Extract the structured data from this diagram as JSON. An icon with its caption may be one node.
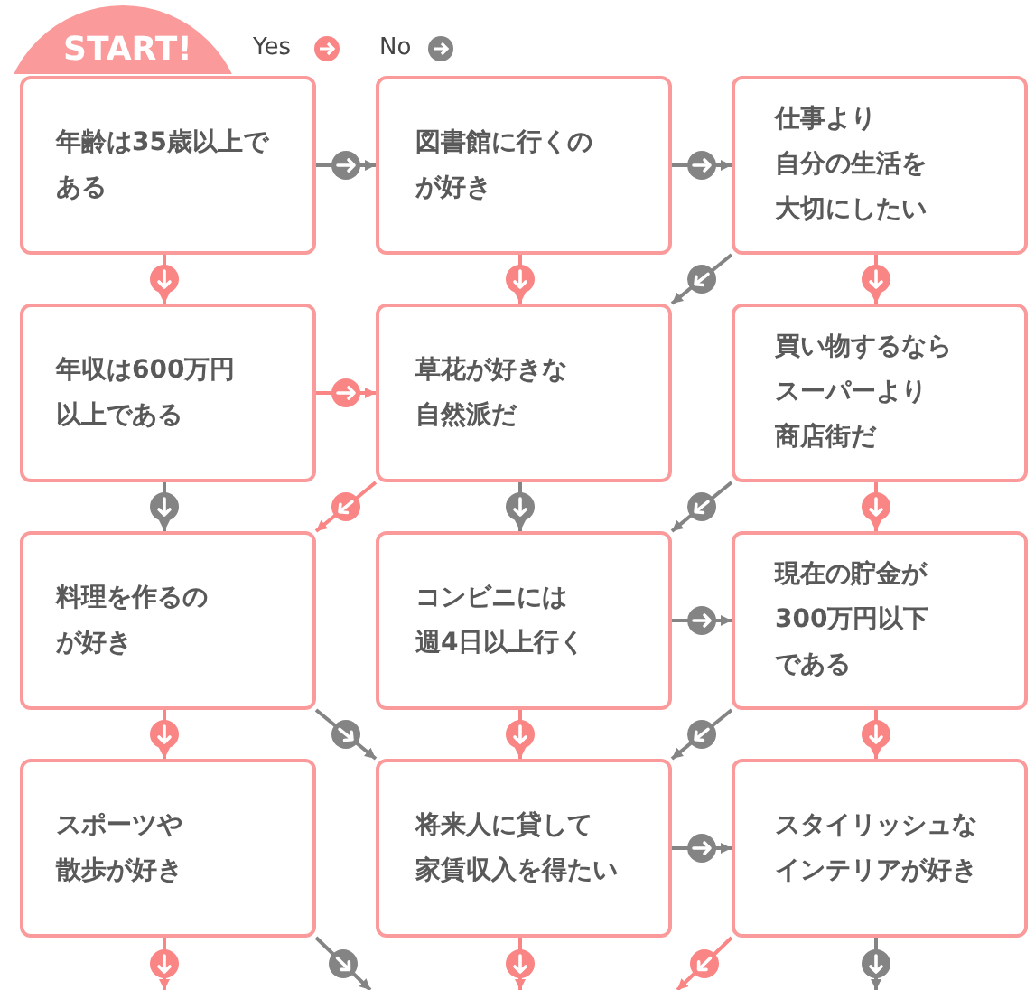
{
  "diagram": {
    "nodes": [
      {
        "text": [
          "START!"
        ]
      },
      {
        "text": [
          "年齢は35歳以上である"
        ]
      },
      {
        "text": [
          "図書館に行くのが好き"
        ]
      },
      {
        "text": [
          "仕事より自分の生活を大切にしたい"
        ]
      },
      {
        "text": [
          "年収は600万円以上である"
        ]
      },
      {
        "text": [
          "草花が好きな自然派だ"
        ]
      },
      {
        "text": [
          "買い物するならスーパーより商店街だ"
        ]
      },
      {
        "text": [
          "料理を作るのが好き"
        ]
      },
      {
        "text": [
          "コンビニには週4日以上行く"
        ]
      },
      {
        "text": [
          "現在の貯金が300万円以下である"
        ]
      },
      {
        "text": [
          "スポーツや散歩が好き"
        ]
      },
      {
        "text": [
          "将来人に貸して家賃収入を得たい"
        ]
      },
      {
        "text": [
          "スタイリッシュなインテリアが好き"
        ]
      }
    ],
    "edges": [
      {
        "from": 1,
        "to": 2,
        "arrow": "to",
        "color": "#848484"
      },
      {
        "from": 2,
        "to": 3,
        "arrow": "to",
        "color": "#848484"
      },
      {
        "from": 1,
        "to": 4,
        "arrow": "to",
        "color": "#fa8585"
      },
      {
        "from": 2,
        "to": 5,
        "arrow": "to",
        "color": "#fa8585"
      },
      {
        "from": 3,
        "to": 5,
        "arrow": "to",
        "color": "#848484"
      },
      {
        "from": 3,
        "to": 6,
        "arrow": "to",
        "color": "#fa8585"
      },
      {
        "from": 4,
        "to": 5,
        "arrow": "to",
        "color": "#fa8585"
      },
      {
        "from": 4,
        "to": 7,
        "arrow": "to",
        "color": "#848484"
      },
      {
        "from": 5,
        "to": 7,
        "arrow": "to",
        "color": "#fa8585"
      },
      {
        "from": 5,
        "to": 8,
        "arrow": "to",
        "color": "#848484"
      },
      {
        "from": 6,
        "to": 8,
        "arrow": "to",
        "color": "#848484"
      },
      {
        "from": 6,
        "to": 9,
        "arrow": "to",
        "color": "#fa8585"
      },
      {
        "from": 8,
        "to": 9,
        "arrow": "to",
        "color": "#848484"
      },
      {
        "from": 7,
        "to": 10,
        "arrow": "to",
        "color": "#fa8585"
      },
      {
        "from": 7,
        "to": 11,
        "arrow": "to",
        "color": "#848484"
      },
      {
        "from": 8,
        "to": 11,
        "arrow": "to",
        "color": "#fa8585"
      },
      {
        "from": 9,
        "to": 11,
        "arrow": "to",
        "color": "#848484"
      },
      {
        "from": 9,
        "to": 12,
        "arrow": "to",
        "color": "#fa8585"
      },
      {
        "from": 11,
        "to": 12,
        "arrow": "to",
        "color": "#848484"
      },
      {
        "from": 10,
        "to": null,
        "arrow": "to",
        "color": "#fa8585"
      },
      {
        "from": 10,
        "to": null,
        "arrow": "to",
        "color": "#848484"
      },
      {
        "from": 11,
        "to": null,
        "arrow": "to",
        "color": "#fa8585"
      },
      {
        "from": 12,
        "to": null,
        "arrow": "to",
        "color": "#fa8585"
      },
      {
        "from": 12,
        "to": null,
        "arrow": "to",
        "color": "#848484"
      }
    ],
    "legend": [
      {
        "text": "Yes",
        "color": "#fa8585"
      },
      {
        "text": "No",
        "color": "#848484"
      }
    ]
  }
}
